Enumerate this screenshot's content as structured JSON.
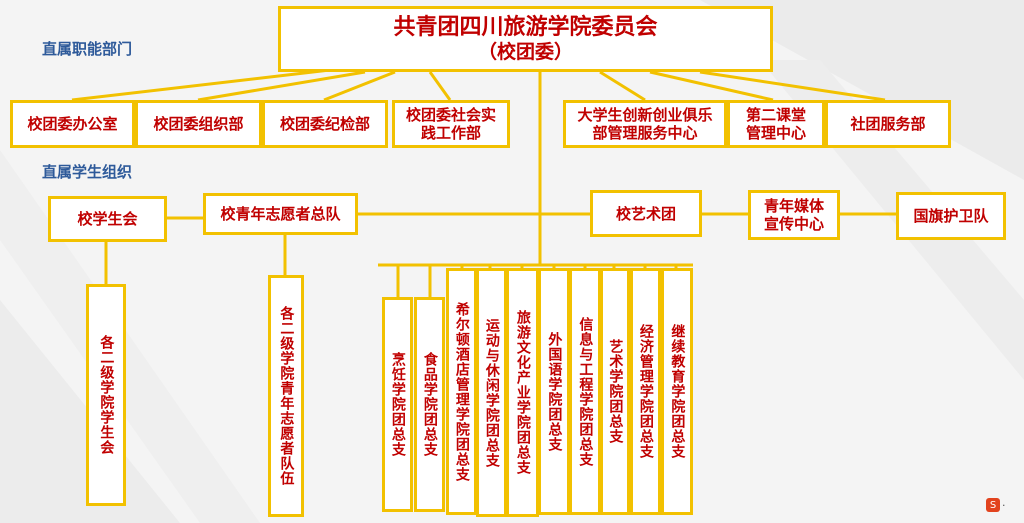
{
  "title": {
    "line1": "共青团四川旅游学院委员会",
    "line2": "（校团委）"
  },
  "section_labels": {
    "functional": "直属职能部门",
    "student": "直属学生组织"
  },
  "departments": [
    "校团委办公室",
    "校团委组织部",
    "校团委纪检部",
    "校团委社会实践工作部",
    "大学生创新创业俱乐部管理服务中心",
    "第二课堂管理中心",
    "社团服务部"
  ],
  "student_orgs": {
    "student_union": "校学生会",
    "volunteer_corps": "校青年志愿者总队",
    "art_troupe": "校艺术团",
    "media_center": "青年媒体宣传中心",
    "flag_guard": "国旗护卫队",
    "college_unions": "各二级学院学生会",
    "college_volunteers": "各二级学院青年志愿者队伍"
  },
  "college_branches": [
    "烹饪学院团总支",
    "食品学院团总支",
    "希尔顿酒店管理学院团总支",
    "运动与休闲学院团总支",
    "旅游文化产业学院团总支",
    "外国语学院团总支",
    "信息与工程学院团总支",
    "艺术学院团总支",
    "经济管理学院团总支",
    "继续教育学院团总支"
  ],
  "colors": {
    "border": "#f2c100",
    "text": "#c00000",
    "label": "#2e5a9a",
    "line": "#f2c100"
  },
  "watermark": {
    "icon": "s-logo-icon",
    "glyph": "S",
    "suffix": "·"
  }
}
